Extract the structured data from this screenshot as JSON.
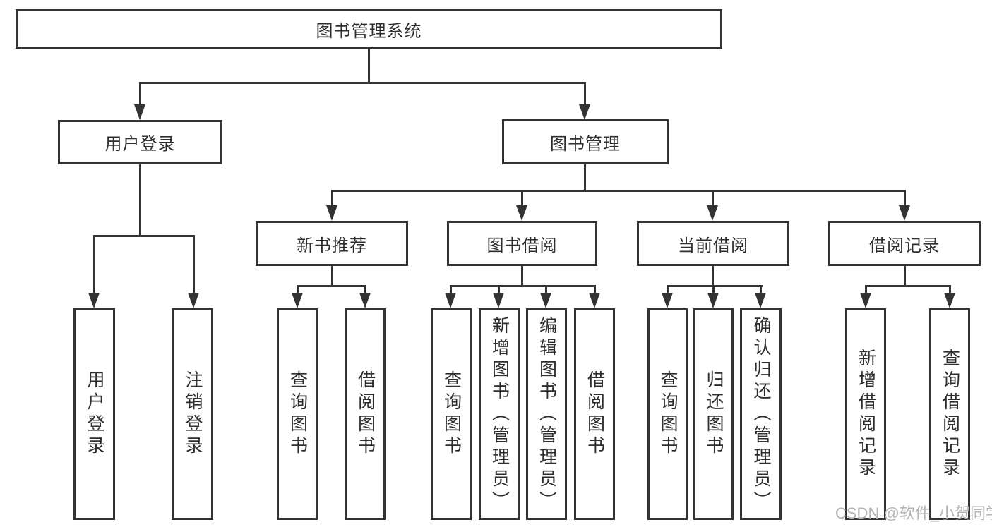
{
  "diagram": {
    "type": "hierarchy-tree",
    "root": {
      "label": "图书管理系统"
    },
    "level2": [
      {
        "label": "用户登录"
      },
      {
        "label": "图书管理"
      }
    ],
    "level3": [
      {
        "label": "新书推荐",
        "parent": "图书管理"
      },
      {
        "label": "图书借阅",
        "parent": "图书管理"
      },
      {
        "label": "当前借阅",
        "parent": "图书管理"
      },
      {
        "label": "借阅记录",
        "parent": "图书管理"
      }
    ],
    "leaves": [
      {
        "label": "用户登录",
        "parent": "用户登录"
      },
      {
        "label": "注销登录",
        "parent": "用户登录"
      },
      {
        "label": "查询图书",
        "parent": "新书推荐"
      },
      {
        "label": "借阅图书",
        "parent": "新书推荐"
      },
      {
        "label": "查询图书",
        "parent": "图书借阅"
      },
      {
        "label": "新增图书（管理员）",
        "parent": "图书借阅"
      },
      {
        "label": "编辑图书（管理员）",
        "parent": "图书借阅"
      },
      {
        "label": "借阅图书",
        "parent": "图书借阅"
      },
      {
        "label": "查询图书",
        "parent": "当前借阅"
      },
      {
        "label": "归还图书",
        "parent": "当前借阅"
      },
      {
        "label": "确认归还（管理员）",
        "parent": "当前借阅"
      },
      {
        "label": "新增借阅记录",
        "parent": "借阅记录"
      },
      {
        "label": "查询借阅记录",
        "parent": "借阅记录"
      }
    ],
    "watermark": "CSDN @软件_小贺同学",
    "colors": {
      "line": "#333333",
      "box_border": "#333333",
      "text": "#2e2e2e",
      "background": "#ffffff",
      "watermark": "#b3b3b3"
    }
  }
}
